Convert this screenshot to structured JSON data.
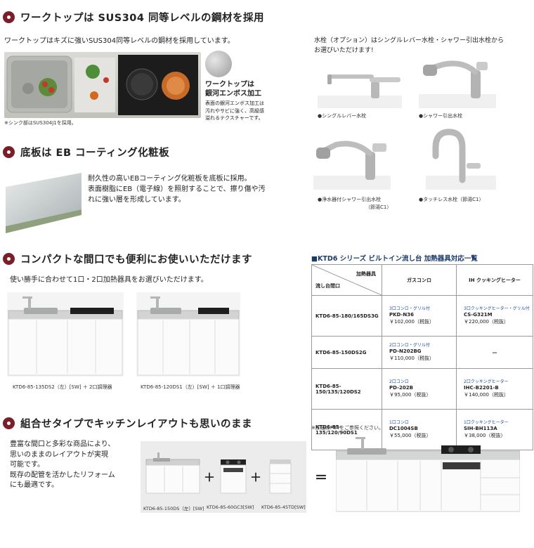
{
  "section1": {
    "title": "ワークトップは SUS304 同等レベルの鋼材を採用",
    "desc": "ワークトップはキズに強いSUS304同等レベルの鋼材を採用しています。",
    "note": "※シンク部はSUS304J1を採用。",
    "emboss_title_line1": "ワークトップは",
    "emboss_title_line2": "銀河エンボス加工",
    "emboss_desc_line1": "表面の銀河エンボス加工は",
    "emboss_desc_line2": "汚れやサビに強く、高級感",
    "emboss_desc_line3": "溢れるテクスチャーです。"
  },
  "faucet": {
    "intro_line1": "水栓（オプション）はシングルレバー水栓・シャワー引出水栓から",
    "intro_line2": "お選びいただけます!",
    "items": [
      {
        "label": "●シングルレバー水栓",
        "sub": ""
      },
      {
        "label": "●シャワー引出水栓",
        "sub": ""
      },
      {
        "label": "●浄水器付シャワー引出水栓",
        "sub": "（節湯C1）"
      },
      {
        "label": "●タッチレス水栓（節湯C1）",
        "sub": ""
      }
    ]
  },
  "section2": {
    "title": "底板は EB コーティング化粧板",
    "desc_line1": "耐久性の高いEBコーティング化粧板を底板に採用。",
    "desc_line2": "表面樹脂にEB（電子線）を照射することで、擦り傷や汚",
    "desc_line3": "れに強い層を形成しています。"
  },
  "section3": {
    "title": "コンパクトな間口でも便利にお使いいただけます",
    "desc": "使い勝手に合わせて1口・2口加熱器具をお選びいただけます。",
    "caption1": "KTD6-85-135DS2（左）[SW] ＋ 2口調理器",
    "caption2": "KTD6-85-120DS1（左）[SW] ＋ 1口調理器"
  },
  "table": {
    "title": "■KTD6 シリーズ ビルトイン流し台 加熱器具対応一覧",
    "header_top": "加熱器具",
    "header_bottom": "流し台間口",
    "col_gas": "ガスコンロ",
    "col_ih": "IH クッキングヒーター",
    "rows": [
      {
        "model": "KTD6-85-180/165DS3G",
        "gas_sub": "3口コンロ・グリル付",
        "gas_code": "PKD-N36",
        "gas_price": "￥102,000（税抜）",
        "ih_sub": "3口クッキングヒーター・グリル付",
        "ih_code": "CS-G321M",
        "ih_price": "￥220,000（税抜）"
      },
      {
        "model": "KTD6-85-150DS2G",
        "gas_sub": "2口コンロ・グリル付",
        "gas_code": "PD-N202BG",
        "gas_price": "￥110,000（税抜）",
        "ih_sub": "",
        "ih_code": "—",
        "ih_price": ""
      },
      {
        "model": "KTD6-85-150/135/120DS2",
        "gas_sub": "2口コンロ",
        "gas_code": "PD-202B",
        "gas_price": "￥95,000（税抜）",
        "ih_sub": "2口クッキングヒーター",
        "ih_code": "IHC-B2201-B",
        "ih_price": "￥140,000（税抜）"
      },
      {
        "model": "KTD6-85-135/120/90DS1",
        "gas_sub": "1口コンロ",
        "gas_code": "DC1004SB",
        "gas_price": "￥55,000（税抜）",
        "ih_sub": "1口クッキングヒーター",
        "ih_code": "SIH-BH113A",
        "ih_price": "￥38,000（税抜）"
      }
    ],
    "footnote": "※詳細はP84をご参照ください。"
  },
  "section4": {
    "title": "組合せタイプでキッチンレイアウトも思いのまま",
    "desc_line1": "豊富な間口と多彩な商品により、",
    "desc_line2": "思いのままのレイアウトが実現",
    "desc_line3": "可能です。",
    "desc_line4": "既存の配管を活かしたリフォーム",
    "desc_line5": "にも最適です。",
    "combo_caption1": "KTD6-85-150DS（左）[SW]",
    "combo_caption2": "KTD6-85-60GC3[SW]",
    "combo_caption3": "KTD6-85-45TD[SW]",
    "plus": "＋",
    "equals": "＝"
  }
}
